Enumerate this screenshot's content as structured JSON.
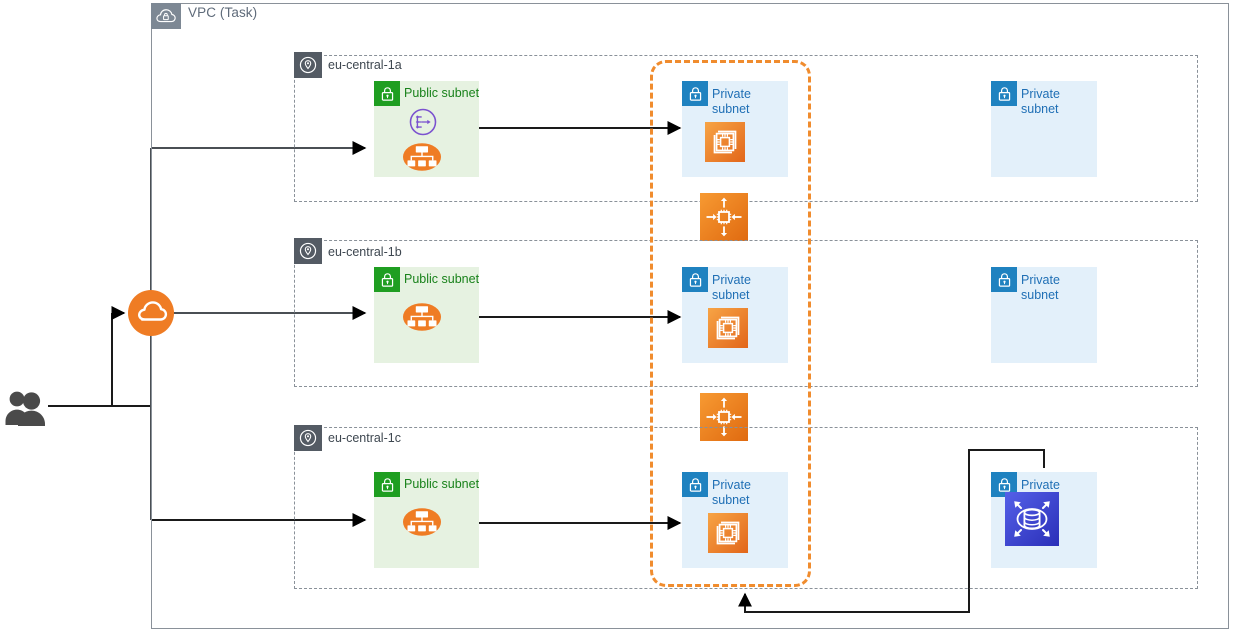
{
  "vpc": {
    "title": "VPC (Task)",
    "icon": "vpc-cloud-lock-icon",
    "border_color": "#8a9199"
  },
  "external": {
    "users_icon": "users-icon",
    "edge_icon": "cloudfront-cloud-icon",
    "edge_color": "#ef7c24"
  },
  "private_tier_boundary": {
    "style": "dashed",
    "color": "#f08c2e"
  },
  "availability_zones": [
    {
      "id": "az-a",
      "label": "eu-central-1a",
      "icon": "availability-zone-pin-icon",
      "public_subnet": {
        "label": "Public subnet",
        "lock_icon": "lock-green-icon",
        "color": "#19821b",
        "resources": [
          {
            "name": "elastic-load-balancer-icon",
            "type": "load-balancer",
            "color": "#6b44c8"
          },
          {
            "name": "nat-gateway-icon",
            "type": "nat-gateway",
            "color": "#ef7c24"
          }
        ]
      },
      "private_subnet": {
        "label": "Private\nsubnet",
        "lock_icon": "lock-blue-icon",
        "color": "#1f6fb5",
        "resources": [
          {
            "name": "ec2-instances-icon",
            "type": "ec2",
            "color": "#ed8c22"
          }
        ]
      },
      "private_subnet_2": {
        "label": "Private\nsubnet",
        "lock_icon": "lock-blue-icon",
        "color": "#1f6fb5",
        "resources": []
      }
    },
    {
      "id": "az-b",
      "label": "eu-central-1b",
      "icon": "availability-zone-pin-icon",
      "public_subnet": {
        "label": "Public subnet",
        "lock_icon": "lock-green-icon",
        "color": "#19821b",
        "resources": [
          {
            "name": "nat-gateway-icon",
            "type": "nat-gateway",
            "color": "#ef7c24"
          }
        ]
      },
      "private_subnet": {
        "label": "Private\nsubnet",
        "lock_icon": "lock-blue-icon",
        "color": "#1f6fb5",
        "resources": [
          {
            "name": "ec2-instances-icon",
            "type": "ec2",
            "color": "#ed8c22"
          }
        ]
      },
      "private_subnet_2": {
        "label": "Private\nsubnet",
        "lock_icon": "lock-blue-icon",
        "color": "#1f6fb5",
        "resources": []
      }
    },
    {
      "id": "az-c",
      "label": "eu-central-1c",
      "icon": "availability-zone-pin-icon",
      "public_subnet": {
        "label": "Public subnet",
        "lock_icon": "lock-green-icon",
        "color": "#19821b",
        "resources": [
          {
            "name": "nat-gateway-icon",
            "type": "nat-gateway",
            "color": "#ef7c24"
          }
        ]
      },
      "private_subnet": {
        "label": "Private\nsubnet",
        "lock_icon": "lock-blue-icon",
        "color": "#1f6fb5",
        "resources": [
          {
            "name": "ec2-instances-icon",
            "type": "ec2",
            "color": "#ed8c22"
          }
        ]
      },
      "private_subnet_2": {
        "label": "Private",
        "lock_icon": "lock-blue-icon",
        "color": "#1f6fb5",
        "resources": [
          {
            "name": "aurora-database-icon",
            "type": "database",
            "color": "#3b48cc"
          }
        ]
      }
    }
  ],
  "scaling_groups": [
    {
      "name": "ec2-auto-scaling-icon",
      "between": "eu-central-1a / eu-central-1b",
      "color": "#ed7a1a"
    },
    {
      "name": "ec2-auto-scaling-icon",
      "between": "eu-central-1b / eu-central-1c",
      "color": "#ed7a1a"
    }
  ]
}
